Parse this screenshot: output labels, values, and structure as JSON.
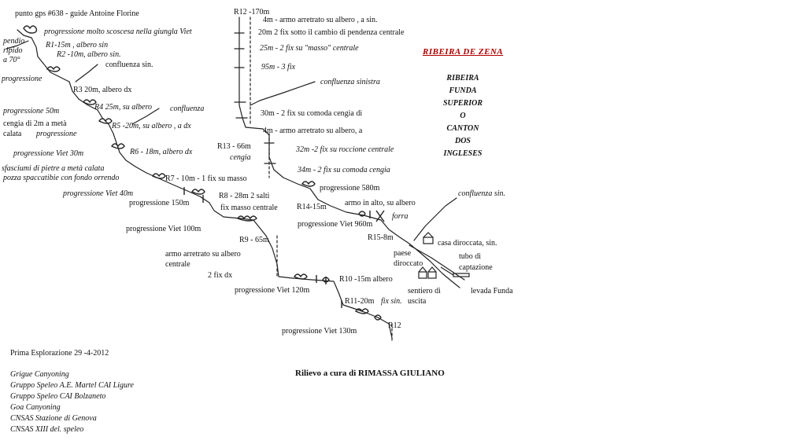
{
  "diagram": {
    "gps_note": "punto gps #638 - guide  Antoine Florine",
    "title": "RIBEIRA  DE  ZENA",
    "subtitle_lines": [
      "RIBEIRA",
      "FUNDA",
      "SUPERIOR",
      "O",
      "CANTON",
      "DOS",
      "INGLESES"
    ],
    "author": "Rilievo a cura di RIMASSA GIULIANO",
    "credits": [
      "Prima Esplorazione 29 -4-2012",
      "Grigue Canyoning",
      "Gruppo Speleo A.E. Martel CAI Ligure",
      "Gruppo Speleo CAI Bolzaneto",
      "Goa Canyoning",
      "CNSAS Stazione di Genova",
      "CNSAS XIII del. speleo"
    ],
    "labels": {
      "l01": "progressione molto scoscesa nella giungla Viet",
      "l02": "pendio",
      "l03": "ripido",
      "l04": "a 70°",
      "l05": "R1-15m , albero sin",
      "l06": "R2 -10m, albero sin.",
      "l07": "confluenza sin.",
      "l08": "progressione",
      "l09": "R3 20m, albero dx",
      "l10": "progressione 50m",
      "l11": "R4 25m, su albero",
      "l12": "confluenza",
      "l13": "cengia di 2m a metà",
      "l14": "calata",
      "l15": "progressione",
      "l16": "R5 -20m, su albero , a dx",
      "l17": "progressione Viet 30m",
      "l18": "R6 - 18m, albero dx",
      "l19": "sfasciumi di pietre a metà calata",
      "l20": "pozza spaccatibie con fondo orrendo",
      "l21": "R7 - 10m - 1 fix su masso",
      "l22": "progressione Viet 40m",
      "l23": "progressione 150m",
      "l24": "R8 - 28m 2 salti",
      "l25": "fix masso centrale",
      "l26": "progressione Viet 100m",
      "l27": "R9 - 65m",
      "l28": "armo arretrato su albero",
      "l29": "centrale",
      "l30": "2 fix dx",
      "l31": "progressione Viet 120m",
      "l32": "R10 -15m albero",
      "l33": "R11-20m",
      "l34": "fix sin.",
      "l35": "uscita",
      "l36": "R12",
      "l37": "progressione Viet 130m",
      "l38": "R12 -170m",
      "l39": "4m - armo arretrato su albero , a sin.",
      "l40": "20m 2 fix sotto il cambio di pendenza centrale",
      "l41": "25m -  2 fix su \"masso\" centrale",
      "l42": "95m - 3 fix",
      "l43": "confluenza sinistra",
      "l44": "30m - 2 fix su comoda  cengia di",
      "l45": "4m - armo arretrato su albero, a",
      "l46": "R13 - 66m",
      "l47": "cengia",
      "l48": "32m -2 fix su roccione centrale",
      "l49": "34m - 2 fix su comoda cengia",
      "l50": "progressione 580m",
      "l51": "confluenza sin.",
      "l52": "R14-15m",
      "l53": "armo in alto, su albero",
      "l54": "forra",
      "l55": "progressione Viet 960m",
      "l56": "R15-8m",
      "l57": "casa diroccata, sin.",
      "l58": "paese",
      "l59": "diroccato",
      "l60": "tubo di",
      "l61": "captazione",
      "l62": "sentiero di",
      "l63": "levada Funda"
    }
  }
}
